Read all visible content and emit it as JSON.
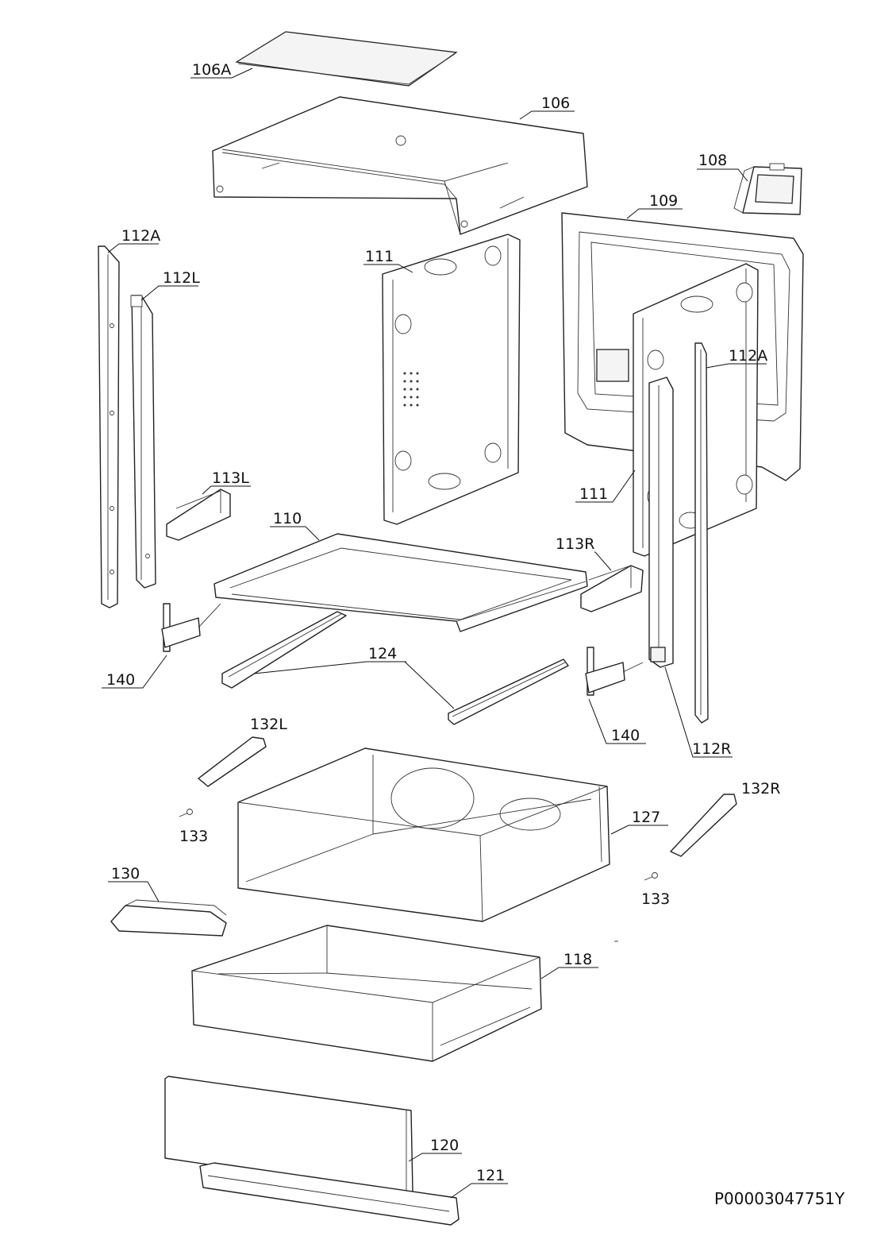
{
  "parts": [
    {
      "id": "106A",
      "label": "106A"
    },
    {
      "id": "106",
      "label": "106"
    },
    {
      "id": "108",
      "label": "108"
    },
    {
      "id": "109",
      "label": "109"
    },
    {
      "id": "111-left",
      "label": "111"
    },
    {
      "id": "111-right",
      "label": "111"
    },
    {
      "id": "112A-left",
      "label": "112A"
    },
    {
      "id": "112A-right",
      "label": "112A"
    },
    {
      "id": "112L",
      "label": "112L"
    },
    {
      "id": "112R",
      "label": "112R"
    },
    {
      "id": "113L",
      "label": "113L"
    },
    {
      "id": "113R",
      "label": "113R"
    },
    {
      "id": "110",
      "label": "110"
    },
    {
      "id": "124",
      "label": "124"
    },
    {
      "id": "140-left",
      "label": "140"
    },
    {
      "id": "140-right",
      "label": "140"
    },
    {
      "id": "132L",
      "label": "132L"
    },
    {
      "id": "132R",
      "label": "132R"
    },
    {
      "id": "133-left",
      "label": "133"
    },
    {
      "id": "133-right",
      "label": "133"
    },
    {
      "id": "127",
      "label": "127"
    },
    {
      "id": "130",
      "label": "130"
    },
    {
      "id": "118",
      "label": "118"
    },
    {
      "id": "120",
      "label": "120"
    },
    {
      "id": "121",
      "label": "121"
    }
  ],
  "document_id": "P00003047751Y"
}
